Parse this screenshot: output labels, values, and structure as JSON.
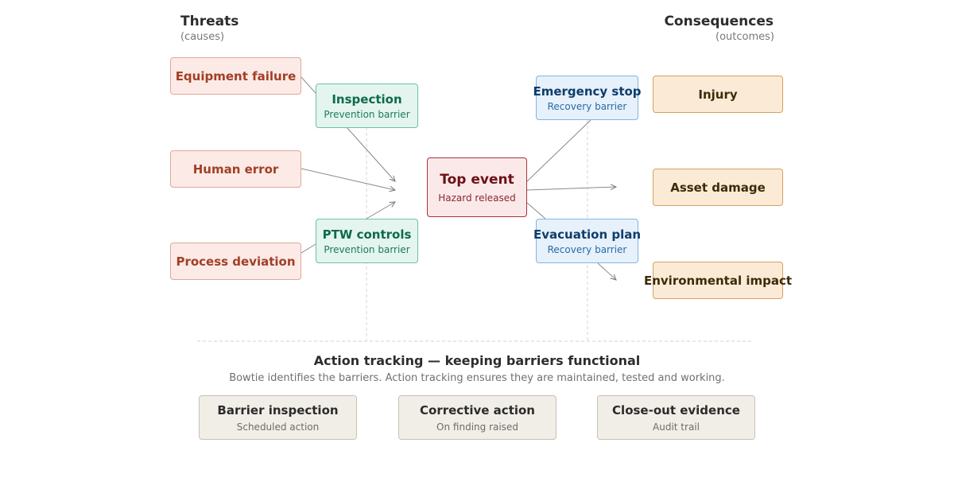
{
  "threats_header": {
    "title": "Threats",
    "subtitle": "(causes)"
  },
  "consequences_header": {
    "title": "Consequences",
    "subtitle": "(outcomes)"
  },
  "threats": [
    "Equipment failure",
    "Human error",
    "Process deviation"
  ],
  "prevention_barriers": [
    {
      "title": "Inspection",
      "subtitle": "Prevention barrier"
    },
    {
      "title": "PTW controls",
      "subtitle": "Prevention barrier"
    }
  ],
  "top_event": {
    "title": "Top event",
    "subtitle": "Hazard released"
  },
  "recovery_barriers": [
    {
      "title": "Emergency stop",
      "subtitle": "Recovery barrier"
    },
    {
      "title": "Evacuation plan",
      "subtitle": "Recovery barrier"
    }
  ],
  "consequences": [
    "Injury",
    "Asset damage",
    "Environmental impact"
  ],
  "action_tracking": {
    "title": "Action tracking — keeping barriers functional",
    "subtitle": "Bowtie identifies the barriers. Action tracking ensures they are maintained, tested and working.",
    "items": [
      {
        "title": "Barrier inspection",
        "subtitle": "Scheduled action"
      },
      {
        "title": "Corrective action",
        "subtitle": "On finding raised"
      },
      {
        "title": "Close-out evidence",
        "subtitle": "Audit trail"
      }
    ]
  },
  "colors": {
    "threat": "#a23f25",
    "prevention": "#0e6a4b",
    "recovery": "#0f3c6b",
    "top_event": "#a8323a",
    "consequence": "#d6a062"
  }
}
